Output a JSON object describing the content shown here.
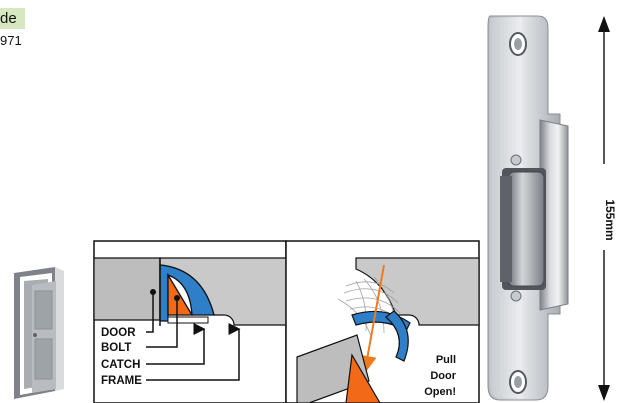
{
  "header": {
    "badge_text": "de",
    "code_text": "971"
  },
  "diagram": {
    "labels": {
      "door": "DOOR",
      "bolt": "BOLT",
      "catch": "CATCH",
      "frame": "FRAME"
    },
    "pull_lines": [
      "Pull",
      "Door",
      "Open!"
    ],
    "colors": {
      "frame_gray": "#c8c8c8",
      "catch_blue": "#2e7fc8",
      "bolt_orange": "#f26a18",
      "arrow_orange": "#f27a1a"
    }
  },
  "dimension": {
    "label": "155mm"
  },
  "icons": {
    "door": "door-icon",
    "strike": "electric-strike-lock"
  }
}
